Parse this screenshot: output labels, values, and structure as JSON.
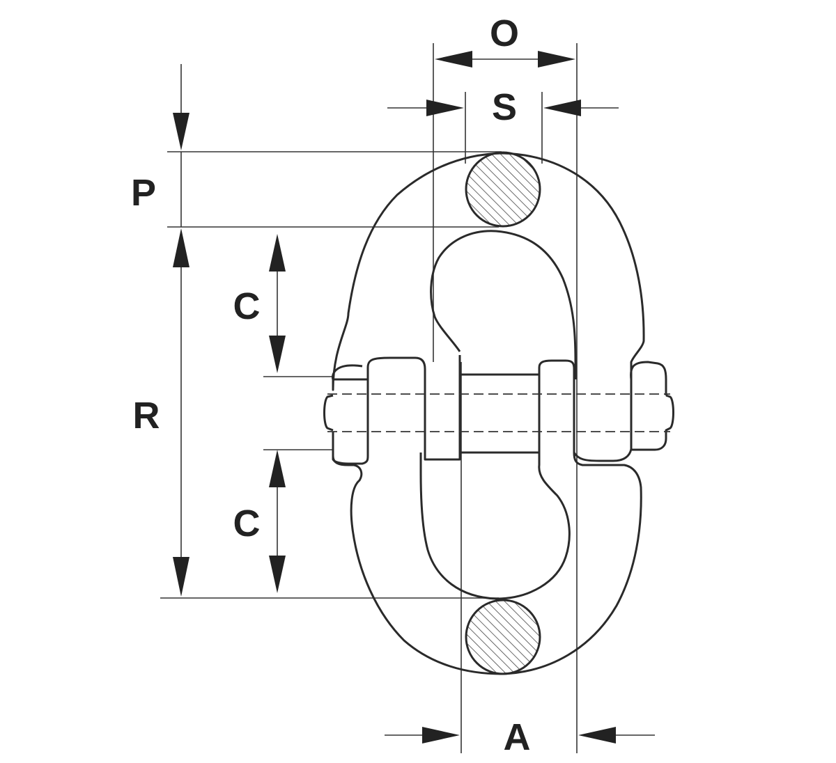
{
  "labels": {
    "O": "O",
    "S": "S",
    "P": "P",
    "C_top": "C",
    "R": "R",
    "C_bottom": "C",
    "A": "A"
  },
  "colors": {
    "line": "#2a2a2a",
    "background": "#ffffff"
  }
}
